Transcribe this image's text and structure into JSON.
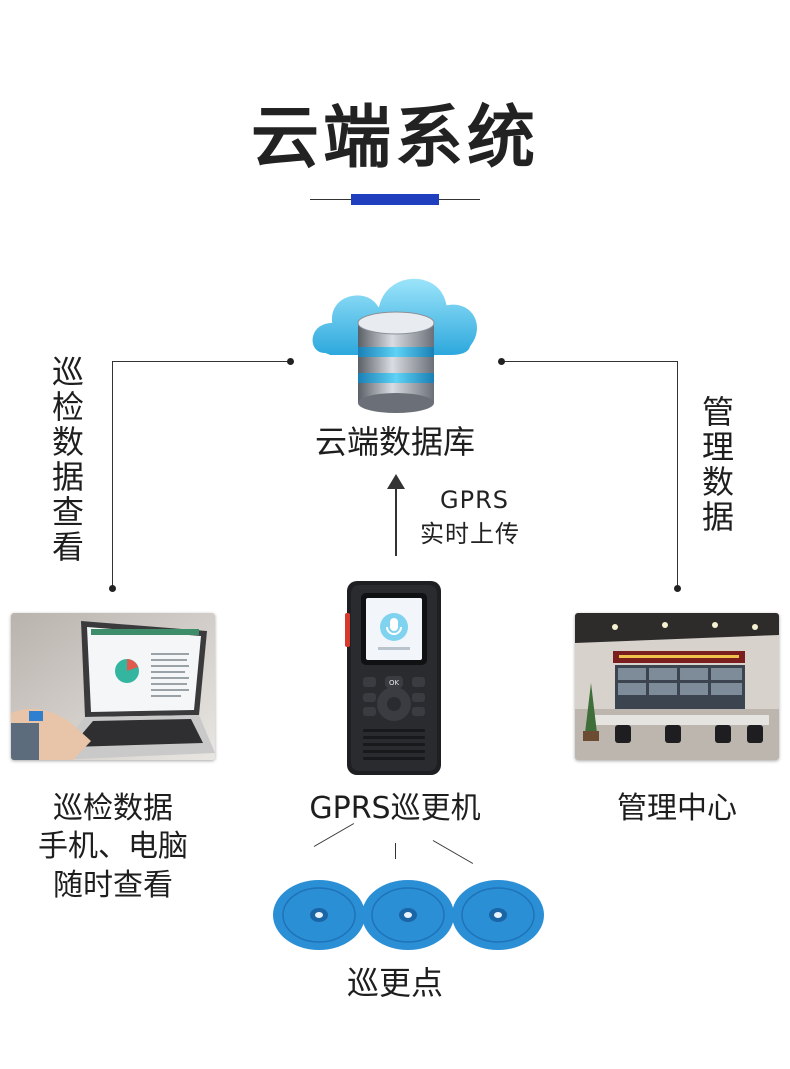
{
  "header": {
    "title": "云端系统"
  },
  "cloud": {
    "label": "云端数据库"
  },
  "upload": {
    "line1": "GPRS",
    "line2": "实时上传"
  },
  "left_side": {
    "label": "巡检数据查看"
  },
  "right_side": {
    "label": "管理数据"
  },
  "laptop": {
    "caption_1": "巡检数据",
    "caption_2": "手机、电脑",
    "caption_3": "随时查看"
  },
  "device": {
    "caption": "GPRS巡更机",
    "ok_key": "OK"
  },
  "center": {
    "caption": "管理中心"
  },
  "tags": {
    "caption": "巡更点"
  },
  "colors": {
    "accent": "#1f3fbf",
    "cloud": "#4fc3ec",
    "tag": "#2b8fd6"
  }
}
